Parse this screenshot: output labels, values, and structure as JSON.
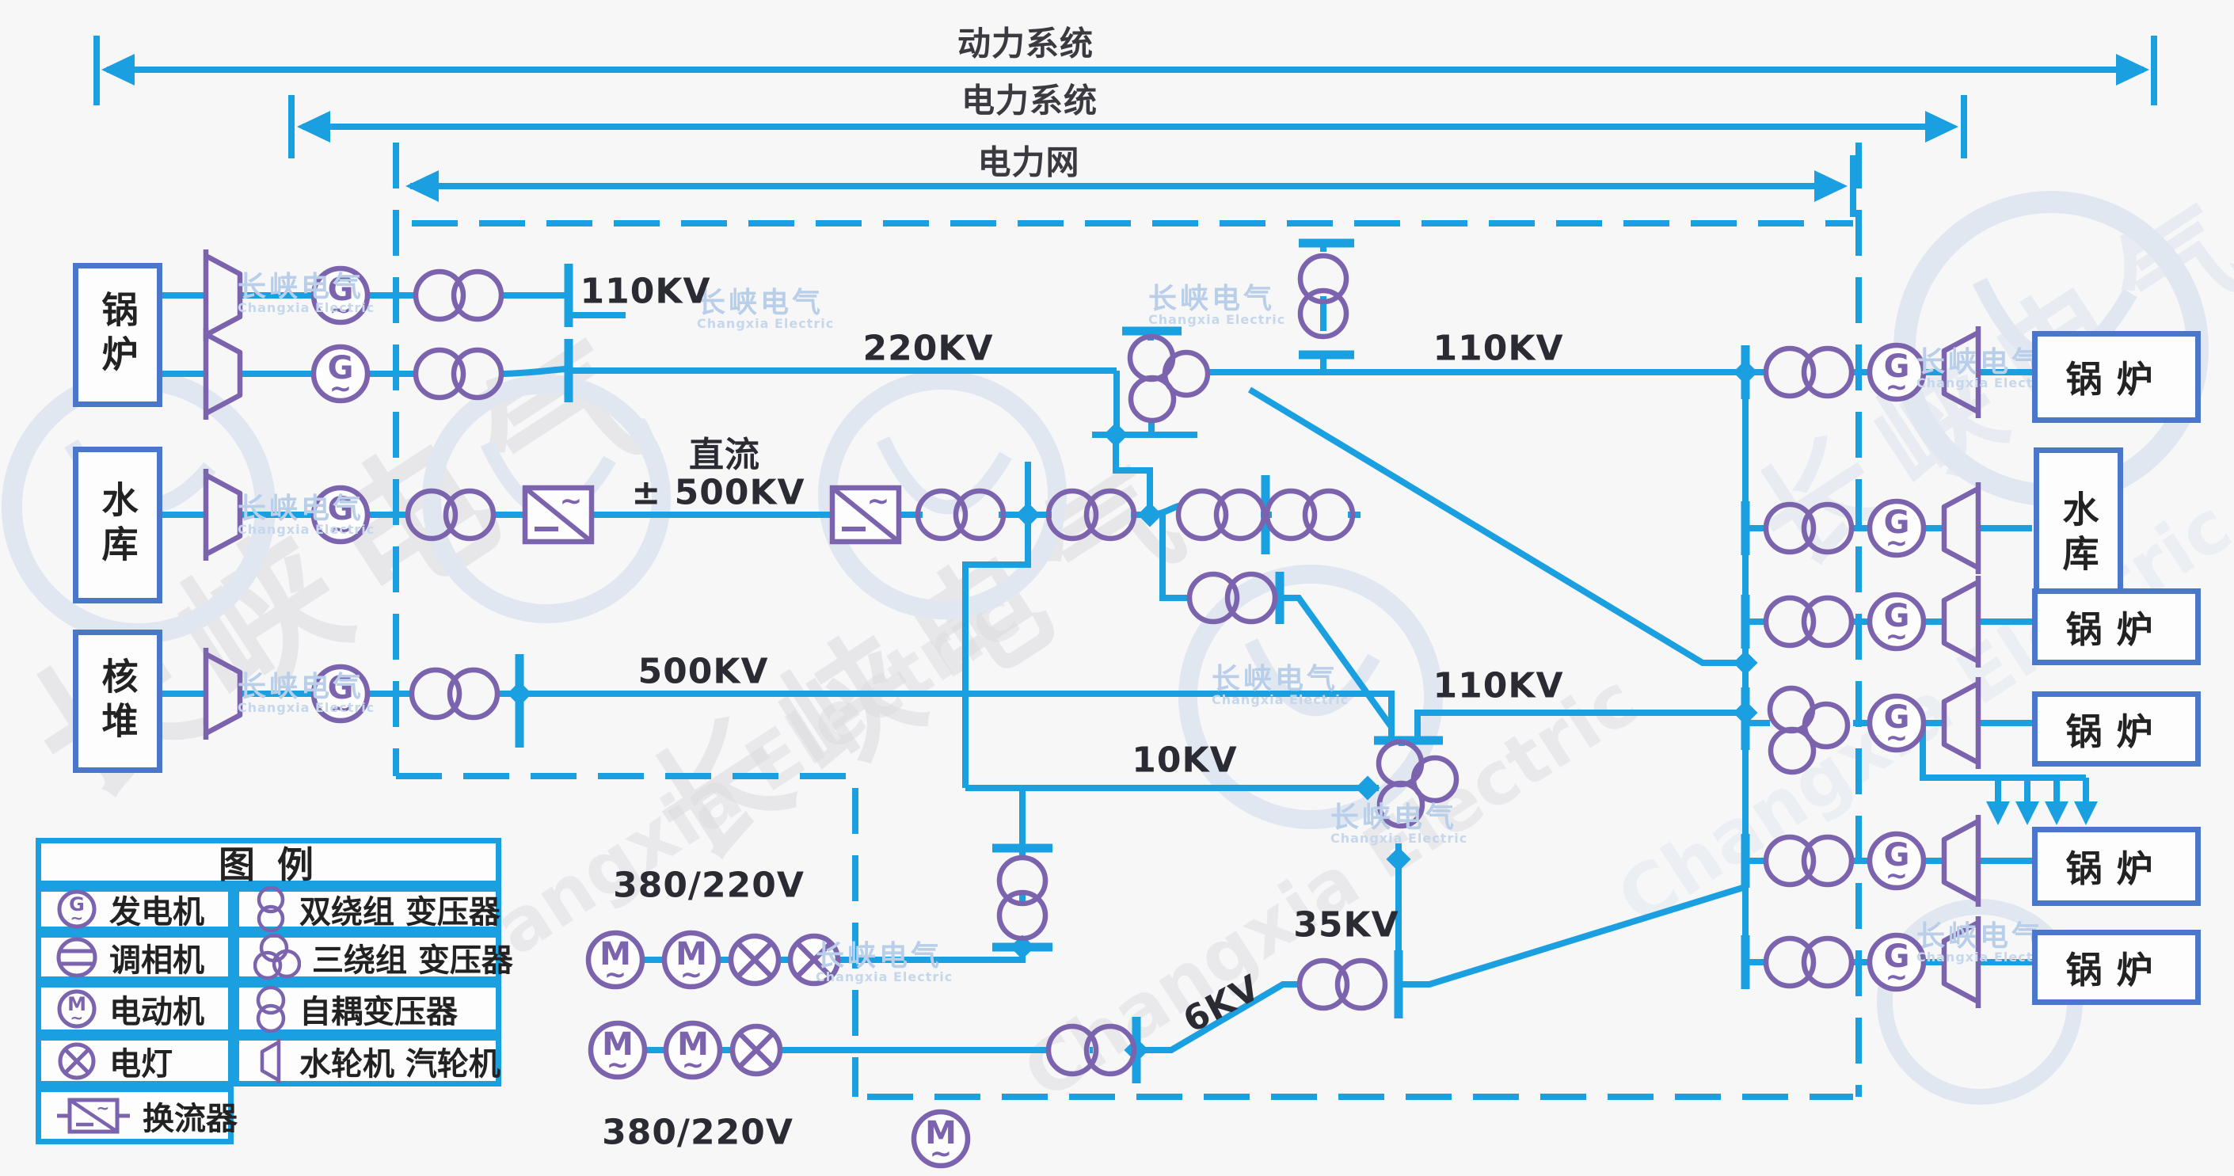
{
  "header": {
    "spans": [
      {
        "label": "动力系统"
      },
      {
        "label": "电力系统"
      },
      {
        "label": "电力网"
      }
    ]
  },
  "labels": {
    "v110_left": "110KV",
    "v220": "220KV",
    "dc": "直流",
    "dc_v": "± 500KV",
    "v500": "500KV",
    "v110_top": "110KV",
    "v110_mid": "110KV",
    "v10": "10KV",
    "v35": "35KV",
    "v6": "6KV",
    "v380_a": "380/220V",
    "v380_b": "380/220V"
  },
  "left_sources": [
    {
      "label": "锅炉"
    },
    {
      "label": "水库"
    },
    {
      "label": "核堆"
    }
  ],
  "right_loads": [
    {
      "label": "锅炉"
    },
    {
      "label": "水库"
    },
    {
      "label": "锅炉"
    },
    {
      "label": "锅炉"
    },
    {
      "label": "锅炉"
    },
    {
      "label": "锅炉"
    }
  ],
  "legend": {
    "title": "图 例",
    "left": [
      {
        "label": "发电机"
      },
      {
        "label": "调相机"
      },
      {
        "label": "电动机"
      },
      {
        "label": "电灯"
      },
      {
        "label": "换流器"
      }
    ],
    "right": [
      {
        "label": "双绕组 变压器"
      },
      {
        "label": "三绕组 变压器"
      },
      {
        "label": "自耦变压器"
      },
      {
        "label": "水轮机 汽轮机"
      }
    ]
  },
  "symbols": {
    "generator": "G",
    "motor": "M",
    "tilde": "∼"
  },
  "watermark": {
    "cn": "长峡电气",
    "en": "Changxia Electric"
  },
  "colors": {
    "line": "#1a9fe0",
    "symbol": "#7b63ad",
    "box_border": "#4a77c9",
    "text": "#2b2b33"
  }
}
